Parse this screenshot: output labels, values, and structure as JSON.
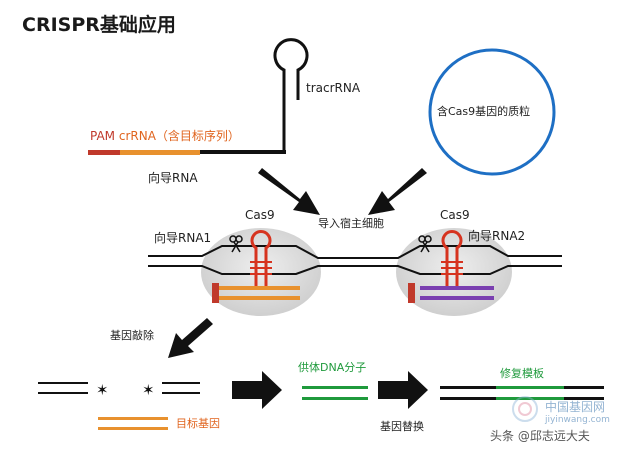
{
  "title": "CRISPR基础应用",
  "labels": {
    "tracrRNA": "tracrRNA",
    "pam": "PAM",
    "crRNA": "crRNA（含目标序列）",
    "guideRNA": "向导RNA",
    "plasmid": "含Cas9基因的质粒",
    "introduce": "导入宿主细胞",
    "cas9_left": "Cas9",
    "cas9_right": "Cas9",
    "guideRNA1": "向导RNA1",
    "guideRNA2": "向导RNA2",
    "knockout": "基因敲除",
    "targetGene": "目标基因",
    "donorDNA": "供体DNA分子",
    "replacement": "基因替换",
    "repairTemplate": "修复模板"
  },
  "watermark": {
    "site_cn": "中国基因网",
    "site_url": "jiyinwang.com",
    "author": "头条 @邱志远大夫"
  },
  "colors": {
    "pam": "#c0392b",
    "crRNA": "#e8912e",
    "hairpin": "#d6331f",
    "target": "#e8912e",
    "guide2": "#7a3fb0",
    "green": "#1f9a3c",
    "plasmid": "#1e6fc4"
  }
}
